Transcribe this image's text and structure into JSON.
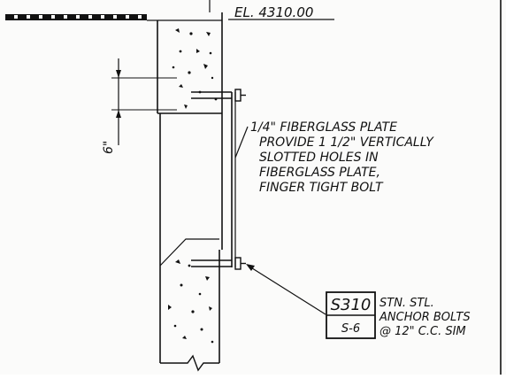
{
  "drawing": {
    "elevation_label": "EL. 4310.00",
    "dimension_label": "6\"",
    "note_lines": [
      "1/4\" FIBERGLASS PLATE",
      "PROVIDE 1 1/2\" VERTICALLY",
      "SLOTTED HOLES IN",
      "FIBERGLASS PLATE,",
      "FINGER TIGHT BOLT"
    ],
    "detail_tag": {
      "detail_id": "S310",
      "sheet_ref": "S-6"
    },
    "callout_lines": [
      "STN. STL.",
      "ANCHOR BOLTS",
      "@ 12\" C.C. SIM"
    ]
  }
}
